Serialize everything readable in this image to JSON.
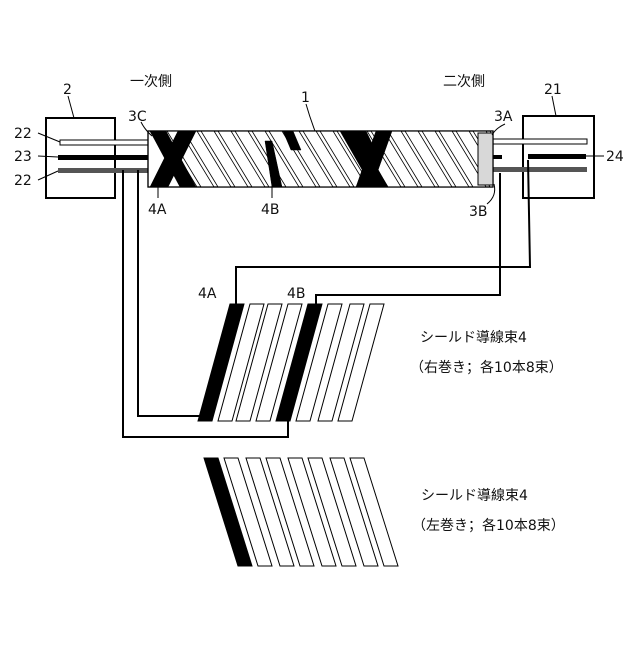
{
  "labels": {
    "primary_side": "一次側",
    "secondary_side": "二次側",
    "box_left_ref": "2",
    "box_right_ref": "21",
    "cable_ref": "1",
    "shield_3c": "3C",
    "shield_3a": "3A",
    "shield_3b": "3B",
    "ref_22_top": "22",
    "ref_23": "23",
    "ref_22_bottom": "22",
    "ref_24": "24",
    "bundle_4a_top": "4A",
    "bundle_4b_top": "4B",
    "bundle_4a_mid": "4A",
    "bundle_4b_mid": "4B"
  },
  "captions": {
    "right_title": "シールド導線束4",
    "right_sub": "（右巻き；各10本8束）",
    "left_title": "シールド導線束4",
    "left_sub": "（左巻き；各10本8束）"
  },
  "colors": {
    "black": "#000000",
    "white": "#ffffff",
    "hatch_fill": "#ffffff",
    "conductor_gray": "#555555",
    "cable_end_gray": "#d8d8d8"
  }
}
